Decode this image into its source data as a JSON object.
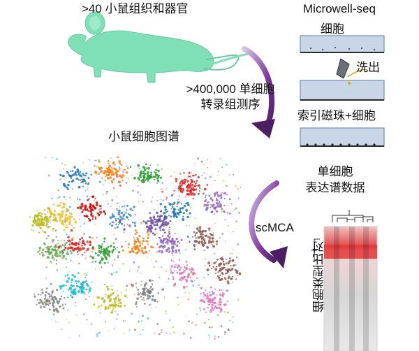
{
  "labels": {
    "organs": ">40 小鼠组织和器官",
    "method": "Microwell-seq",
    "cells_top": "细胞",
    "wash_out": "洗出",
    "beads_cells": "索引磁珠+细胞",
    "seq_line1": ">400,000 单细胞",
    "seq_line2": "转录组测序",
    "atlas": "小鼠细胞图谱",
    "expr_line1": "单细胞",
    "expr_line2": "表达谱数据",
    "scmca": "scMCA",
    "celltype_compare": "细胞类型比对"
  },
  "colors": {
    "mouse": "#7fe0b8",
    "arrow": "#6b2a86",
    "tray": "#c9d6e8",
    "heatmap_red": "#e33a3a"
  }
}
